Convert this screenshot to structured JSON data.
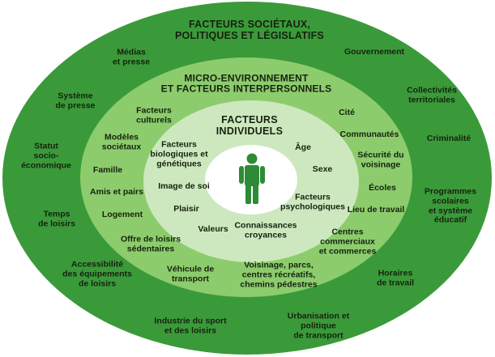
{
  "colors": {
    "outer_ring": "#3a9a3a",
    "middle_ring": "#8ccc6c",
    "inner_ring": "#cde8bf",
    "core": "#ffffff",
    "person": "#2e8b35",
    "text": "#16220f"
  },
  "core": {
    "icon": "person-icon"
  },
  "rings": {
    "outer": {
      "title": "FACTEURS SOCIÉTAUX,\nPOLITIQUES ET LÉGISLATIFS",
      "items": [
        "Médias\net presse",
        "Gouvernement",
        "Système\nde presse",
        "Collectivités\nterritoriales",
        "Statut\nsocio-\néconomique",
        "Criminalité",
        "Programmes\nscolaires\net système\néducatif",
        "Temps\nde loisirs",
        "Accessibilité\ndes équipements\nde loisirs",
        "Horaires\nde travail",
        "Industrie du sport\net des loisirs",
        "Urbanisation et\npolitique\nde transport"
      ]
    },
    "middle": {
      "title": "MICRO-ENVIRONNEMENT\nET FACTEURS INTERPERSONNELS",
      "items": [
        "Facteurs\nculturels",
        "Cité",
        "Modèles\nsociétaux",
        "Communautés",
        "Famille",
        "Sécurité du\nvoisinage",
        "Amis et pairs",
        "Écoles",
        "Logement",
        "Lieu de travail",
        "Offre de loisirs\nsédentaires",
        "Centres\ncommerciaux\net commerces",
        "Véhicule de\ntransport",
        "Voisinage, parcs,\ncentres récréatifs,\nchemins pédestres"
      ]
    },
    "inner": {
      "title": "FACTEURS\nINDIVIDUELS",
      "items": [
        "Facteurs\nbiologiques et\ngénétiques",
        "Âge",
        "Sexe",
        "Image de soi",
        "Facteurs\npsychologiques",
        "Plaisir",
        "Valeurs",
        "Connaissances\ncroyances"
      ]
    }
  }
}
